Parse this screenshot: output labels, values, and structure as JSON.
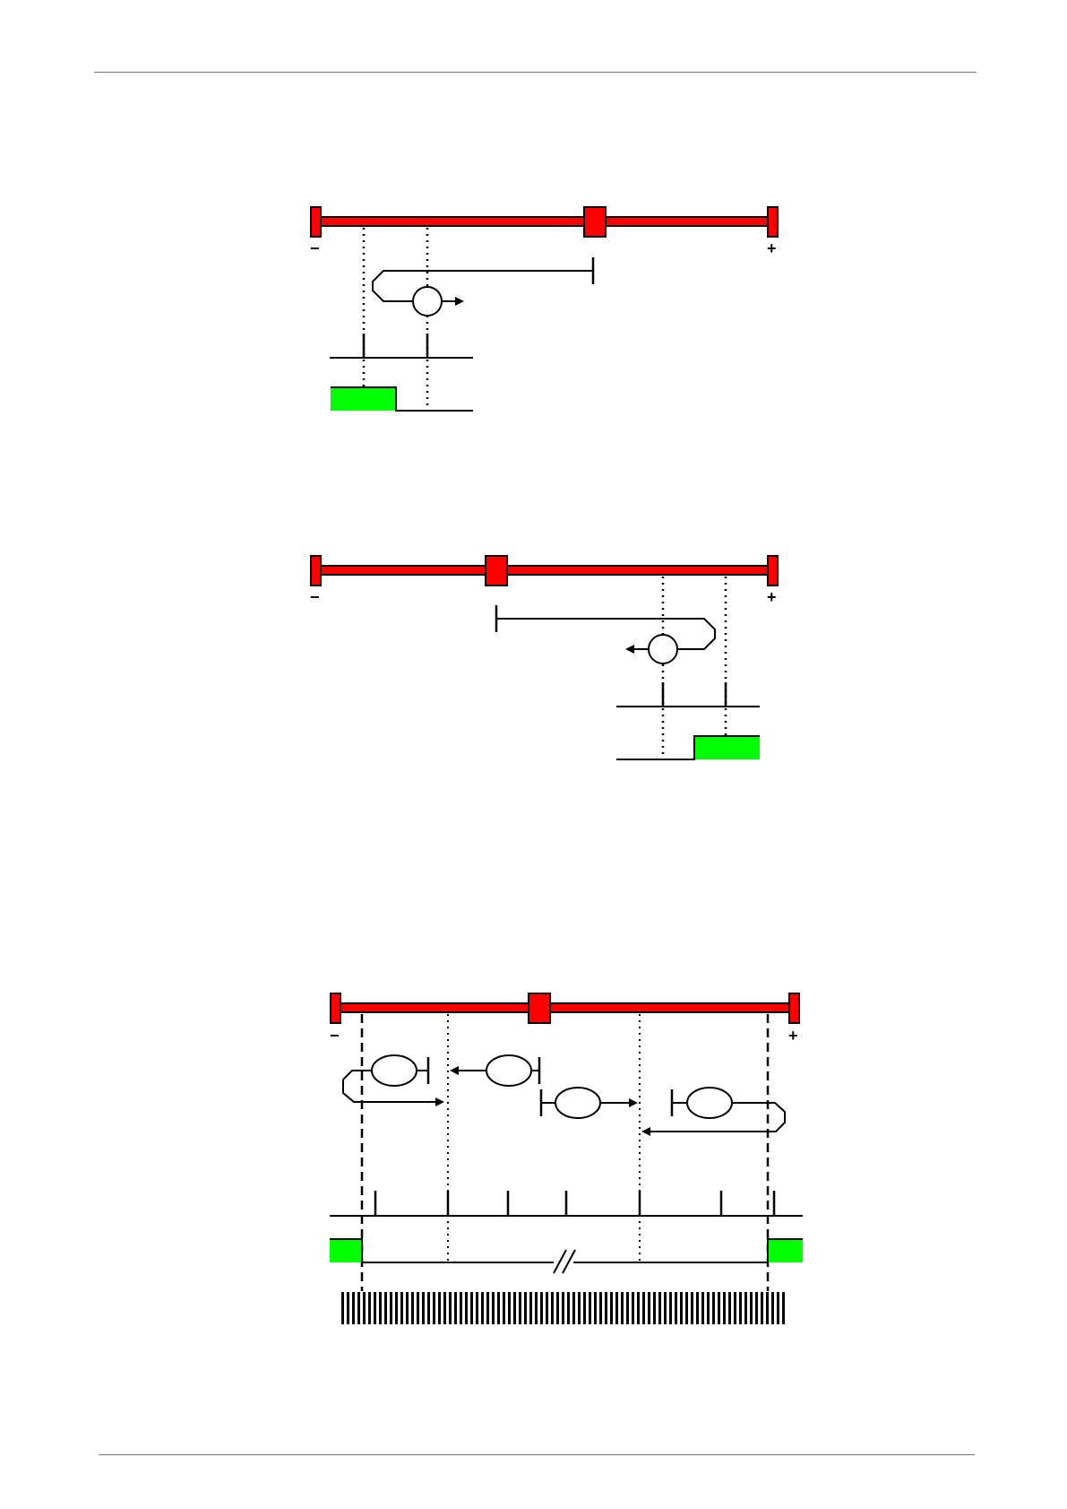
{
  "signs": {
    "minus": "−",
    "plus": "+"
  },
  "colors": {
    "rail": "#ff0000",
    "rail_outline": "#000000",
    "signal_active": "#00ff00",
    "line": "#000000"
  },
  "diagrams": [
    {
      "id": "diagram-1",
      "description_shown": false
    },
    {
      "id": "diagram-2",
      "description_shown": false
    },
    {
      "id": "diagram-3",
      "description_shown": false
    }
  ]
}
